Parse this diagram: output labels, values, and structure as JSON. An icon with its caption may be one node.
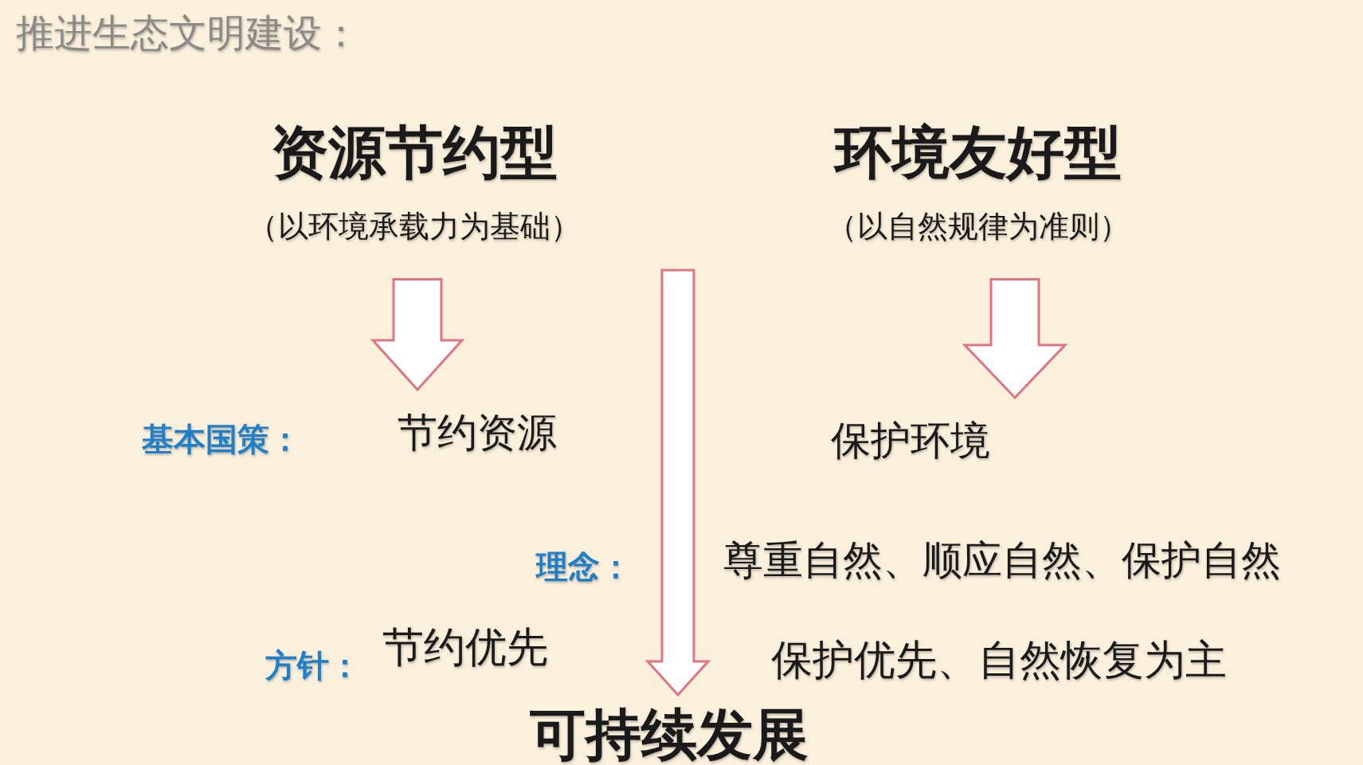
{
  "diagram": {
    "title": "推进生态文明建设：",
    "nodes": [
      {
        "text": [
          "资源节约型",
          "（以环境承载力为基础）"
        ]
      },
      {
        "text": [
          "节约资源"
        ]
      },
      {
        "text": [
          "环境友好型",
          "（以自然规律为准则）"
        ]
      },
      {
        "text": [
          "保护环境"
        ]
      },
      {
        "text": [
          "可持续发展"
        ]
      }
    ],
    "edges": [
      {
        "from": 0,
        "to": 1,
        "arrow": "to"
      },
      {
        "from": 2,
        "to": 3,
        "arrow": "to"
      },
      {
        "from": null,
        "to": 4,
        "arrow": "to"
      }
    ],
    "labels": [
      "基本国策：",
      "理念：",
      "尊重自然、顺应自然、保护自然",
      "方针：",
      "节约优先",
      "保护优先、自然恢复为主"
    ]
  }
}
